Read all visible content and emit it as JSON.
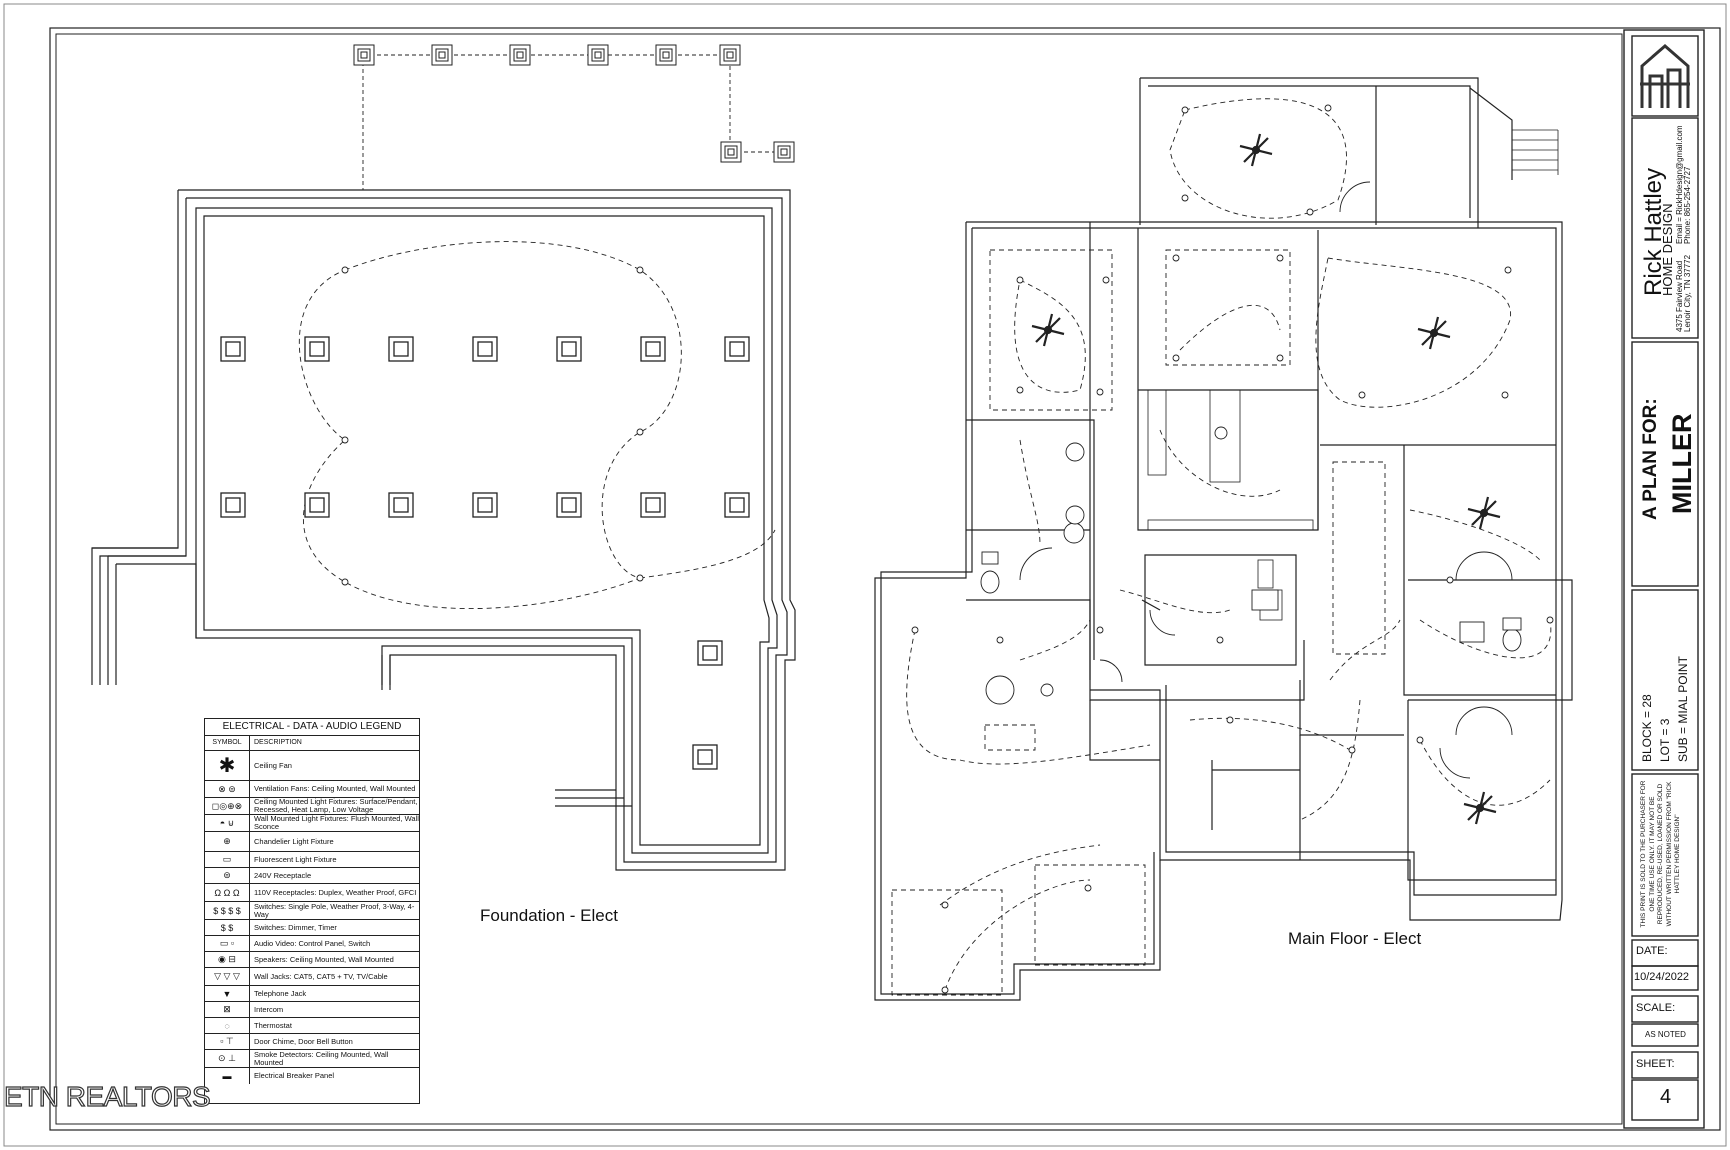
{
  "drawing_labels": {
    "foundation": "Foundation - Elect",
    "main_floor": "Main Floor - Elect"
  },
  "legend": {
    "title": "ELECTRICAL - DATA - AUDIO LEGEND",
    "col_symbol": "SYMBOL",
    "col_description": "DESCRIPTION",
    "rows": [
      {
        "icon": "ceiling-fan-icon",
        "glyph": "✱",
        "desc": "Ceiling Fan"
      },
      {
        "icon": "vent-fan-icon",
        "glyph": "⊗ ⊜",
        "desc": "Ventilation Fans: Ceiling Mounted, Wall Mounted"
      },
      {
        "icon": "ceiling-light-icon",
        "glyph": "◻◎⊕⊗",
        "desc": "Ceiling Mounted Light Fixtures: Surface/Pendant, Recessed, Heat Lamp, Low Voltage"
      },
      {
        "icon": "wall-light-icon",
        "glyph": "◓ ⊍",
        "desc": "Wall Mounted Light Fixtures: Flush Mounted, Wall Sconce"
      },
      {
        "icon": "chandelier-icon",
        "glyph": "⊕",
        "desc": "Chandelier Light Fixture"
      },
      {
        "icon": "fluorescent-icon",
        "glyph": "▭",
        "desc": "Fluorescent Light Fixture"
      },
      {
        "icon": "240v-receptacle-icon",
        "glyph": "⊜",
        "desc": "240V Receptacle"
      },
      {
        "icon": "110v-receptacle-icon",
        "glyph": "Ω Ω Ω",
        "desc": "110V Receptacles: Duplex, Weather Proof, GFCI"
      },
      {
        "icon": "switch-icon",
        "glyph": "$ $ $ $",
        "desc": "Switches: Single Pole, Weather Proof, 3-Way, 4-Way"
      },
      {
        "icon": "dimmer-switch-icon",
        "glyph": "$ $",
        "desc": "Switches: Dimmer, Timer"
      },
      {
        "icon": "audio-video-icon",
        "glyph": "▭ ▫",
        "desc": "Audio Video: Control Panel, Switch"
      },
      {
        "icon": "speaker-icon",
        "glyph": "◉ ⊟",
        "desc": "Speakers: Ceiling Mounted, Wall Mounted"
      },
      {
        "icon": "wall-jack-icon",
        "glyph": "▽ ▽ ▽",
        "desc": "Wall Jacks: CAT5, CAT5 + TV, TV/Cable"
      },
      {
        "icon": "telephone-jack-icon",
        "glyph": "▼",
        "desc": "Telephone Jack"
      },
      {
        "icon": "intercom-icon",
        "glyph": "⊠",
        "desc": "Intercom"
      },
      {
        "icon": "thermostat-icon",
        "glyph": "◌",
        "desc": "Thermostat"
      },
      {
        "icon": "door-chime-icon",
        "glyph": "▫ ⊤",
        "desc": "Door Chime, Door Bell Button"
      },
      {
        "icon": "smoke-detector-icon",
        "glyph": "⊙ ⊥",
        "desc": "Smoke Detectors: Ceiling Mounted, Wall Mounted"
      },
      {
        "icon": "breaker-panel-icon",
        "glyph": "▬",
        "desc": "Electrical Breaker Panel"
      }
    ]
  },
  "title_block": {
    "company_name": "Rick Hattley",
    "company_sub": "HOME DESIGN",
    "address": "4375 Fairview Road",
    "city": "Lenoir City, TN 37772",
    "email": "Email = RickHdesign@gmail.com",
    "phone": "Phone: 865-254-2727",
    "plan_for_label": "A PLAN FOR:",
    "client": "MILLER",
    "block": "BLOCK = 28",
    "lot": "LOT = 3",
    "sub": "SUB = MIAL POINT",
    "disclaimer": "THIS PRINT IS SOLD TO THE PURCHASER FOR ONE TIME USE ONLY. IT MAY NOT BE REPRODUCED, RE-USED, LOANED OR SOLD WITHOUT WRITTEN PERMISSION FROM \"RICK HATTLEY HOME DESIGN\"",
    "date_label": "DATE:",
    "date_value": "10/24/2022",
    "scale_label": "SCALE:",
    "scale_value": "AS NOTED",
    "sheet_label": "SHEET:",
    "sheet_value": "4"
  },
  "watermark": "ETN REALTORS"
}
